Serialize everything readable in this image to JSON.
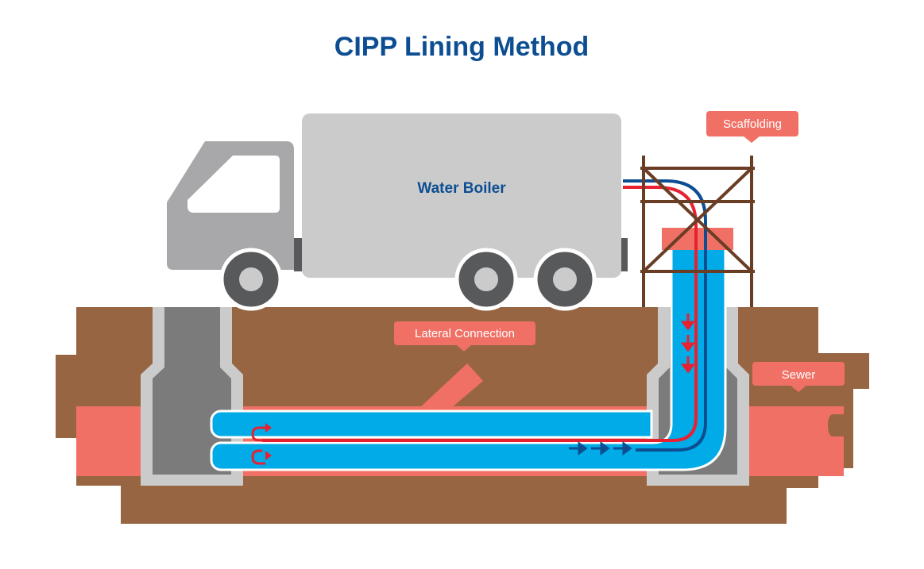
{
  "title": "CIPP Lining Method",
  "labels": {
    "water_boiler": "Water Boiler",
    "scaffolding": "Scaffolding",
    "lateral_connection": "Lateral Connection",
    "sewer": "Sewer"
  },
  "colors": {
    "title": "#0d4e92",
    "soil": "#976542",
    "sewer_pipe": "#f07065",
    "liner": "#00abe7",
    "hot_hose": "#e8202f",
    "cold_hose": "#0d4e92",
    "manhole_wall": "#cbcbcb",
    "truck_body": "#cbcbcb",
    "truck_cab": "#a8a8aa",
    "scaffold": "#6a3d25"
  }
}
